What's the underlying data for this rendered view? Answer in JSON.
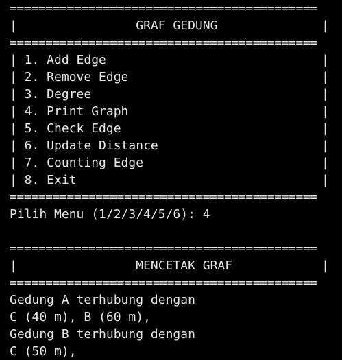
{
  "terminal": {
    "lines": [
      "===========================================",
      "|                GRAF GEDUNG              |",
      "===========================================",
      "| 1. Add Edge                             |",
      "| 2. Remove Edge                          |",
      "| 3. Degree                               |",
      "| 4. Print Graph                          |",
      "| 5. Check Edge                           |",
      "| 6. Update Distance                      |",
      "| 7. Counting Edge                        |",
      "| 8. Exit                                 |",
      "===========================================",
      "Pilih Menu (1/2/3/4/5/6): 4",
      "",
      "===========================================",
      "|                MENCETAK GRAF            |",
      "===========================================",
      "Gedung A terhubung dengan",
      "C (40 m), B (60 m),",
      "Gedung B terhubung dengan",
      "C (50 m),"
    ]
  }
}
